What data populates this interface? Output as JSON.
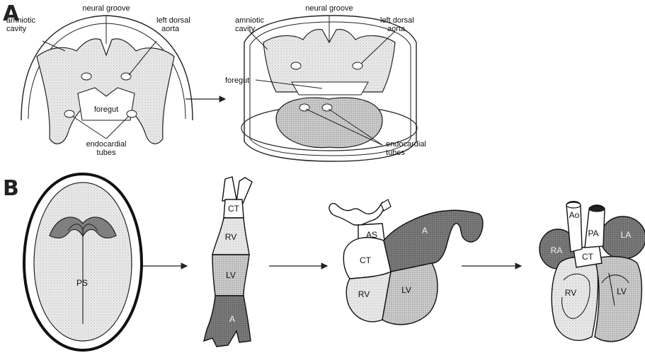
{
  "panels": {
    "a": {
      "letter": "A",
      "left": {
        "neural_groove": "neural groove",
        "amniotic_cavity": [
          "amniotic",
          "cavity"
        ],
        "left_dorsal_aorta": [
          "left dorsal",
          "aorta"
        ],
        "foregut": "foregut",
        "endocardial_tubes": [
          "endocardial",
          "tubes"
        ]
      },
      "right": {
        "neural_groove": "neural groove",
        "amniotic_cavity": [
          "amniotic",
          "cavity"
        ],
        "left_dorsal_aorta": [
          "left dorsal",
          "aorta"
        ],
        "foregut": "foregut",
        "endocardial_tubes": [
          "endocardial",
          "tubes"
        ]
      }
    },
    "b": {
      "letter": "B",
      "embryo": {
        "ps": "PS"
      },
      "tube": {
        "ct": "CT",
        "rv": "RV",
        "lv": "LV",
        "a": "A"
      },
      "looped": {
        "as": "AS",
        "ct": "CT",
        "a": "A",
        "rv": "RV",
        "lv": "LV"
      },
      "mature": {
        "ao": "Ao",
        "pa": "PA",
        "ra": "RA",
        "la": "LA",
        "ct": "CT",
        "rv": "RV",
        "lv": "LV"
      }
    }
  },
  "colors": {
    "light_fill": "#e6e6e6",
    "mid_fill": "#c9c9c9",
    "dark_fill": "#7a7a7a",
    "line": "#111111"
  }
}
